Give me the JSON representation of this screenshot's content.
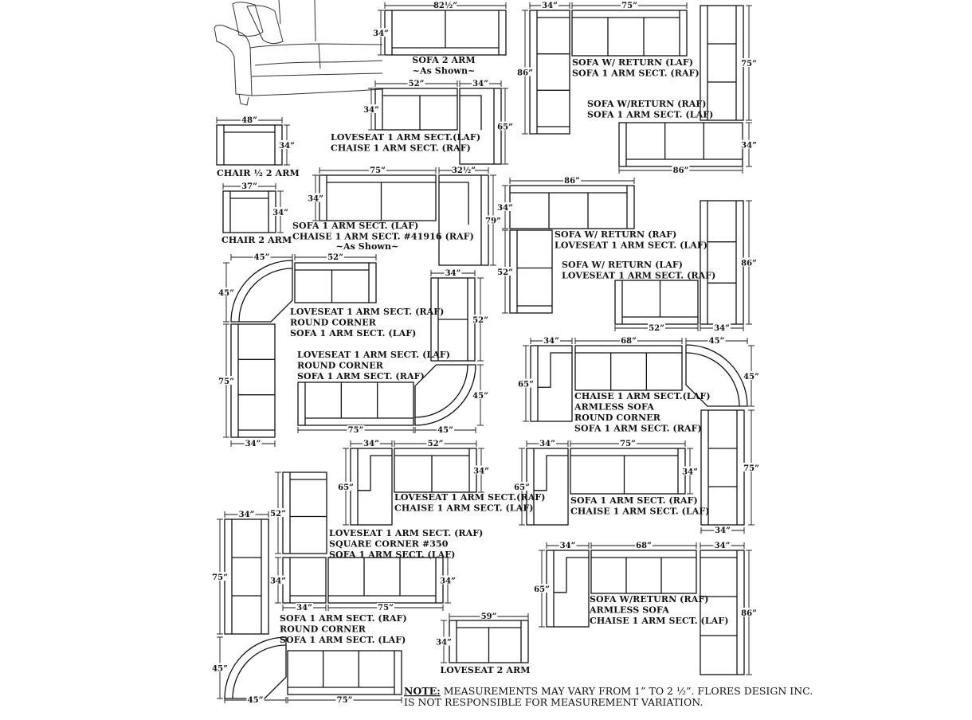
{
  "diagram": {
    "note": {
      "prefix": "NOTE:",
      "line1": " MEASUREMENTS MAY VARY FROM 1” TO 2 ½”. FLORES DESIGN INC.",
      "line2": "IS NOT RESPONSIBLE FOR MEASUREMENT VARIATION."
    },
    "configurations": [
      {
        "id": "sofa-2-arm",
        "lines": [
          "SOFA 2 ARM",
          "~As Shown~"
        ],
        "dims": [
          "82½”",
          "34”"
        ]
      },
      {
        "id": "chair-half-2-arm",
        "lines": [
          "CHAIR ½  2 ARM"
        ],
        "dims": [
          "48”",
          "34”"
        ]
      },
      {
        "id": "chair-2-arm",
        "lines": [
          "CHAIR 2 ARM"
        ],
        "dims": [
          "37”",
          "34”"
        ]
      },
      {
        "id": "loveseat-laf-chaise-raf",
        "lines": [
          "LOVESEAT 1 ARM SECT.(LAF)",
          "CHAISE 1 ARM SECT. (RAF)"
        ],
        "dims": [
          "52”",
          "34”",
          "34”",
          "65”"
        ]
      },
      {
        "id": "sofa-laf-chaise-raf",
        "lines": [
          "SOFA 1 ARM SECT. (LAF)",
          "CHAISE 1 ARM SECT. #41916 (RAF)",
          "~As Shown~"
        ],
        "dims": [
          "75”",
          "34”",
          "32½”",
          "79”"
        ]
      },
      {
        "id": "sofa-return-laf",
        "lines": [
          "SOFA W/ RETURN (LAF)",
          "SOFA 1 ARM SECT. (RAF)"
        ],
        "dims": [
          "34”",
          "75”",
          "86”"
        ]
      },
      {
        "id": "sofa-return-raf",
        "lines": [
          "SOFA W/RETURN (RAF)",
          "SOFA 1 ARM SECT. (LAF)"
        ],
        "dims": [
          "75”",
          "34”",
          "86”"
        ]
      },
      {
        "id": "sofa-return-raf-loveseat-laf",
        "lines": [
          "SOFA W/ RETURN (RAF)",
          "LOVESEAT 1 ARM SECT. (LAF)"
        ],
        "dims": [
          "86”",
          "34”",
          "52”"
        ]
      },
      {
        "id": "sofa-return-laf-loveseat-raf",
        "lines": [
          "SOFA  W/ RETURN (LAF)",
          "LOVESEAT 1 ARM SECT. (RAF)"
        ],
        "dims": [
          "86”",
          "52”",
          "34”"
        ]
      },
      {
        "id": "loveseat-raf-round-corner-sofa-laf",
        "lines": [
          "LOVESEAT 1 ARM SECT. (RAF)",
          "ROUND CORNER",
          "SOFA 1 ARM SECT. (LAF)"
        ],
        "dims": [
          "45”",
          "52”",
          "45”",
          "75”",
          "34”"
        ]
      },
      {
        "id": "loveseat-laf-round-corner-sofa-raf",
        "lines": [
          "LOVESEAT 1 ARM SECT. (LAF)",
          "ROUND CORNER",
          "SOFA 1 ARM SECT. (RAF)"
        ],
        "dims": [
          "34”",
          "52”",
          "45”",
          "75”",
          "45”"
        ]
      },
      {
        "id": "chaise-laf-armless-round-sofa-raf",
        "lines": [
          "CHAISE 1 ARM SECT.(LAF)",
          "ARMLESS SOFA",
          "ROUND CORNER",
          "SOFA 1 ARM SECT. (RAF)"
        ],
        "dims": [
          "34”",
          "68”",
          "45”",
          "65”",
          "45”",
          "75”",
          "34”"
        ]
      },
      {
        "id": "loveseat-raf-chaise-laf",
        "lines": [
          "LOVESEAT 1 ARM SECT.(RAF)",
          "CHAISE 1 ARM SECT. (LAF)"
        ],
        "dims": [
          "34”",
          "52”",
          "65”",
          "34”"
        ]
      },
      {
        "id": "sofa-raf-chaise-laf",
        "lines": [
          "SOFA 1 ARM SECT. (RAF)",
          "CHAISE 1 ARM SECT. (LAF)"
        ],
        "dims": [
          "34”",
          "75”",
          "65”",
          "34”"
        ]
      },
      {
        "id": "loveseat-raf-square-corner-sofa-laf",
        "lines": [
          "LOVESEAT 1 ARM SECT. (RAF)",
          "SQUARE CORNER #350",
          "SOFA 1 ARM SECT. (LAF)"
        ],
        "dims": [
          "52”",
          "34”",
          "34”",
          "75”",
          "34”"
        ]
      },
      {
        "id": "sofa-raf-round-corner-sofa-laf",
        "lines": [
          "SOFA 1 ARM SECT. (RAF)",
          "ROUND CORNER",
          "SOFA 1 ARM SECT. (LAF)"
        ],
        "dims": [
          "34”",
          "75”",
          "45”",
          "45”",
          "75”"
        ]
      },
      {
        "id": "loveseat-2-arm",
        "lines": [
          "LOVESEAT 2 ARM"
        ],
        "dims": [
          "59”",
          "34”"
        ]
      },
      {
        "id": "sofa-return-raf-armless-chaise-laf",
        "lines": [
          "SOFA W/RETURN (RAF)",
          "ARMLESS SOFA",
          "CHAISE 1 ARM SECT. (LAF)"
        ],
        "dims": [
          "34”",
          "68”",
          "65”",
          "34”",
          "86”"
        ]
      }
    ]
  }
}
